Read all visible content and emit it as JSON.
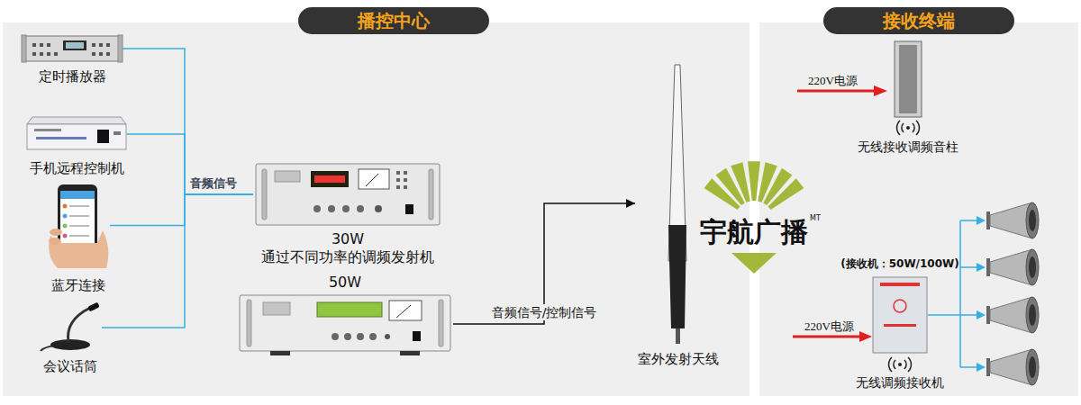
{
  "diagram": {
    "nodes": [
      {
        "text": [
          "播控中心"
        ]
      },
      {
        "text": [
          "定时播放器"
        ],
        "in": 0
      },
      {
        "text": [
          "手机远程控制机"
        ],
        "in": 0
      },
      {
        "text": [
          "蓝牙连接"
        ],
        "in": 0
      },
      {
        "text": [
          "会议话筒"
        ],
        "in": 0
      },
      {
        "text": [
          "30W",
          "通过不同功率的调频发射机"
        ],
        "in": 0
      },
      {
        "text": [
          "50W"
        ],
        "in": 0
      },
      {
        "text": [
          "室外发射天线"
        ],
        "in": 0
      },
      {
        "text": [
          "接收终端"
        ]
      },
      {
        "text": [
          "无线接收调频音柱"
        ],
        "in": 8
      },
      {
        "text": [
          "(接收机：50W/100W)",
          "无线调频接收机"
        ],
        "in": 8
      }
    ],
    "edges": [
      {
        "from": 1,
        "to": 5,
        "arrow": "none"
      },
      {
        "from": 2,
        "to": 5,
        "arrow": "none",
        "label": "音频信号"
      },
      {
        "from": 3,
        "to": 5,
        "arrow": "none"
      },
      {
        "from": 4,
        "to": 5,
        "arrow": "none"
      },
      {
        "from": 6,
        "to": 7,
        "arrow": "to",
        "label": "音频信号/控制信号"
      }
    ],
    "labels": [
      "220V电源",
      "220V电源",
      "宇航广播",
      "MT"
    ]
  }
}
